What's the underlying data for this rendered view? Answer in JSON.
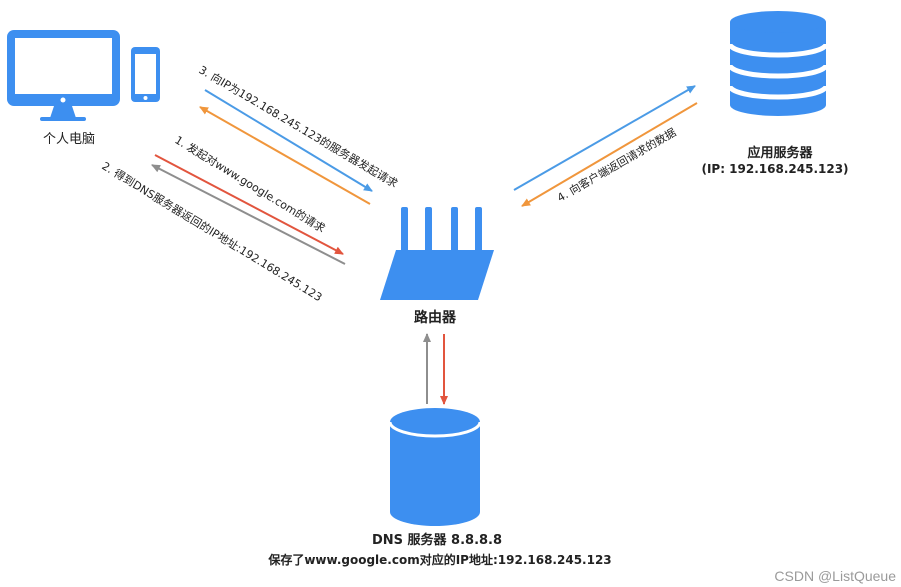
{
  "colors": {
    "blue": "#4b9be6",
    "orange": "#f0963c",
    "red": "#e2553e",
    "gray": "#8e8e8e",
    "device_blue": "#3d8ff0"
  },
  "nodes": {
    "pc": {
      "label": "个人电脑",
      "icon": "desktop-and-phone-icon"
    },
    "router": {
      "label": "路由器",
      "icon": "router-icon"
    },
    "app_server": {
      "label": "应用服务器",
      "ip": "(IP: 192.168.245.123)",
      "icon": "database-server-icon"
    },
    "dns": {
      "label": "DNS 服务器 8.8.8.8",
      "note": "保存了www.google.com对应的IP地址:192.168.245.123",
      "icon": "dns-database-icon"
    }
  },
  "steps": {
    "step1": "1. 发起对www.google.com的请求",
    "step2": "2. 得到DNS服务器返回的IP地址:192.168.245.123",
    "step3": "3. 向IP为192.168.245.123的服务器发起请求",
    "step4": "4. 向客户端返回请求的数据"
  },
  "watermark": "CSDN @ListQueue"
}
